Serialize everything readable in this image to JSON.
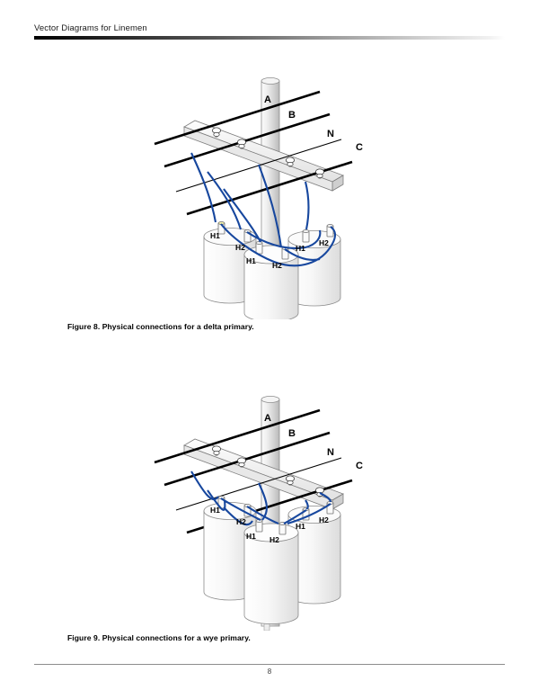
{
  "document": {
    "header_title": "Vector Diagrams for Linemen",
    "page_number": "8"
  },
  "colors": {
    "wire_blue": "#17479e",
    "conductor_black": "#000000",
    "pole_gray": "#d9d9d9",
    "outline_gray": "#808080",
    "header_gradient_start": "#000000",
    "header_gradient_end": "#ffffff"
  },
  "figures": [
    {
      "id": "figure-8",
      "caption": "Figure 8. Physical connections for a delta primary.",
      "conductor_labels": [
        "A",
        "B",
        "N",
        "C"
      ],
      "transformers": [
        {
          "position": "left",
          "terminals": [
            "H1",
            "H2"
          ]
        },
        {
          "position": "center",
          "terminals": [
            "H1",
            "H2"
          ]
        },
        {
          "position": "right",
          "terminals": [
            "H1",
            "H2"
          ]
        }
      ]
    },
    {
      "id": "figure-9",
      "caption": "Figure 9. Physical connections for a wye primary.",
      "conductor_labels": [
        "A",
        "B",
        "N",
        "C"
      ],
      "transformers": [
        {
          "position": "left",
          "terminals": [
            "H1",
            "H2"
          ]
        },
        {
          "position": "center",
          "terminals": [
            "H1",
            "H2"
          ]
        },
        {
          "position": "right",
          "terminals": [
            "H1",
            "H2"
          ]
        }
      ]
    }
  ]
}
